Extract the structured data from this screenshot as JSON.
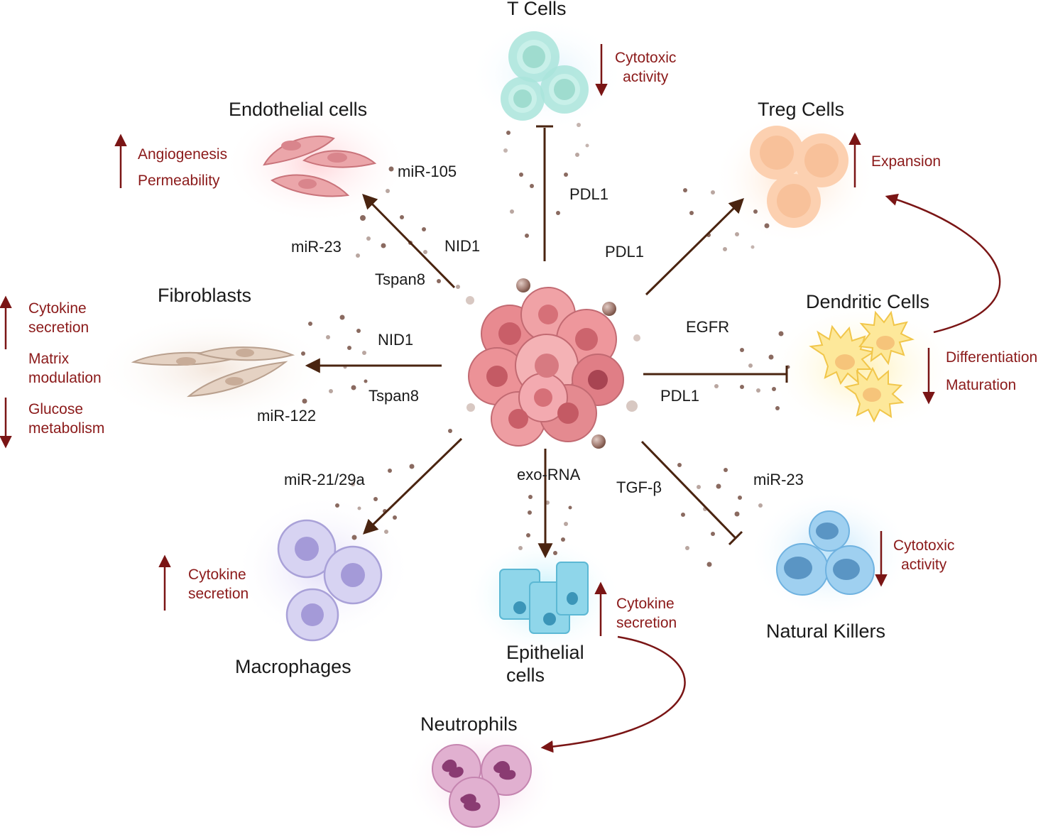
{
  "colors": {
    "effect_text": "#8b1a1a",
    "arrow_main": "#4a2410",
    "arrow_effect": "#7a1515",
    "tumor": "#e88a90",
    "particles": "#8a6a60"
  },
  "cells": {
    "t_cells": {
      "title": "T Cells",
      "effect_line1": "Cytotoxic",
      "effect_line2": "activity",
      "effect_direction": "down"
    },
    "endothelial": {
      "title": "Endothelial cells",
      "effect_line1": "Angiogenesis",
      "effect_line2": "Permeability",
      "effect_direction": "up"
    },
    "treg": {
      "title": "Treg Cells",
      "effect_line1": "Expansion",
      "effect_direction": "up"
    },
    "fibroblasts": {
      "title": "Fibroblasts",
      "effect_up_line1": "Cytokine",
      "effect_up_line2": "secretion",
      "effect_mid_line1": "Matrix",
      "effect_mid_line2": "modulation",
      "effect_down_line1": "Glucose",
      "effect_down_line2": "metabolism"
    },
    "dendritic": {
      "title": "Dendritic Cells",
      "effect_line1": "Differentiation",
      "effect_line2": "Maturation",
      "effect_direction": "down"
    },
    "macrophages": {
      "title": "Macrophages",
      "effect_line1": "Cytokine",
      "effect_line2": "secretion",
      "effect_direction": "up"
    },
    "epithelial": {
      "title_line1": "Epithelial",
      "title_line2": "cells",
      "effect_line1": "Cytokine",
      "effect_line2": "secretion",
      "effect_direction": "up"
    },
    "natural_killers": {
      "title": "Natural Killers",
      "effect_line1": "Cytotoxic",
      "effect_line2": "activity",
      "effect_direction": "down"
    },
    "neutrophils": {
      "title": "Neutrophils"
    }
  },
  "molecules": {
    "t_pdl1": "PDL1",
    "endo_mir105": "miR-105",
    "endo_mir23": "miR-23",
    "endo_nid1": "NID1",
    "endo_tspan8": "Tspan8",
    "treg_pdl1": "PDL1",
    "fib_nid1": "NID1",
    "fib_tspan8": "Tspan8",
    "fib_mir122": "miR-122",
    "dc_egfr": "EGFR",
    "dc_pdl1": "PDL1",
    "mac_mir": "miR-21/29a",
    "epi_exorna": "exo-RNA",
    "nk_tgfb": "TGF-β",
    "nk_mir23": "miR-23"
  },
  "interactions": [
    {
      "target": "T Cells",
      "type": "inhibition"
    },
    {
      "target": "Endothelial cells",
      "type": "activation"
    },
    {
      "target": "Treg Cells",
      "type": "activation"
    },
    {
      "target": "Fibroblasts",
      "type": "activation"
    },
    {
      "target": "Dendritic Cells",
      "type": "inhibition"
    },
    {
      "target": "Macrophages",
      "type": "activation"
    },
    {
      "target": "Epithelial cells",
      "type": "activation"
    },
    {
      "target": "Natural Killers",
      "type": "inhibition"
    }
  ]
}
